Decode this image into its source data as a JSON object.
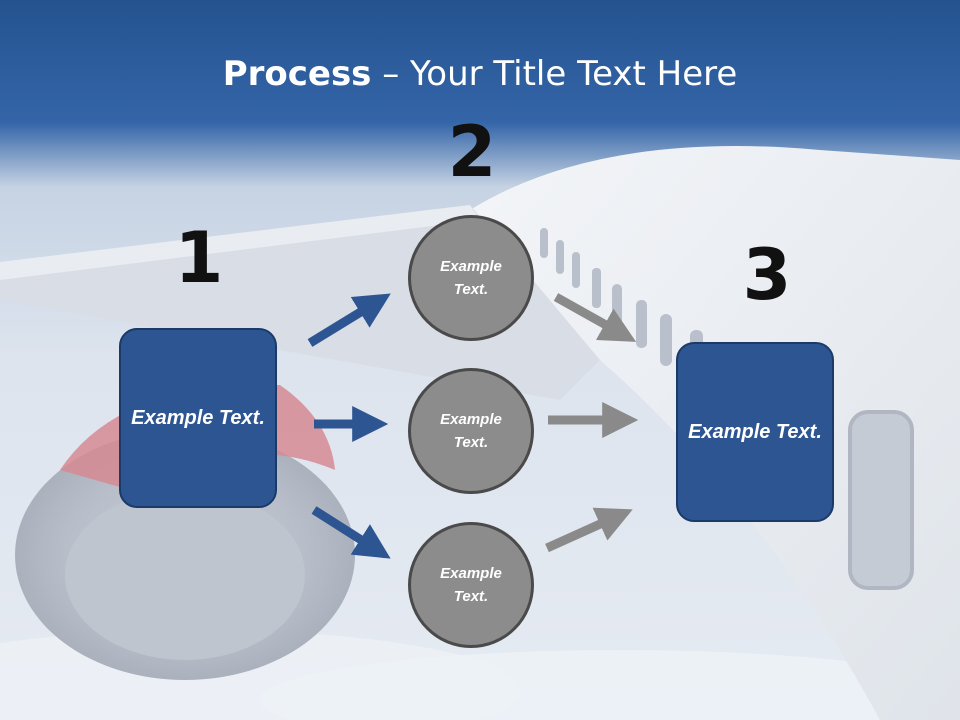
{
  "title": {
    "bold": "Process",
    "rest": " – Your Title Text Here"
  },
  "steps": [
    {
      "number": "1",
      "label": "Example Text."
    },
    {
      "number": "2",
      "labels": [
        "Example Text.",
        "Example Text.",
        "Example Text."
      ]
    },
    {
      "number": "3",
      "label": "Example Text."
    }
  ],
  "colors": {
    "box_fill": "#2d5592",
    "box_border": "#1b3a68",
    "circle_fill": "#8c8c8c",
    "circle_border": "#4a4a4a",
    "arrow_blue": "#2d5592",
    "arrow_gray": "#8a8a8a",
    "header_band": "#2b5a9c"
  }
}
